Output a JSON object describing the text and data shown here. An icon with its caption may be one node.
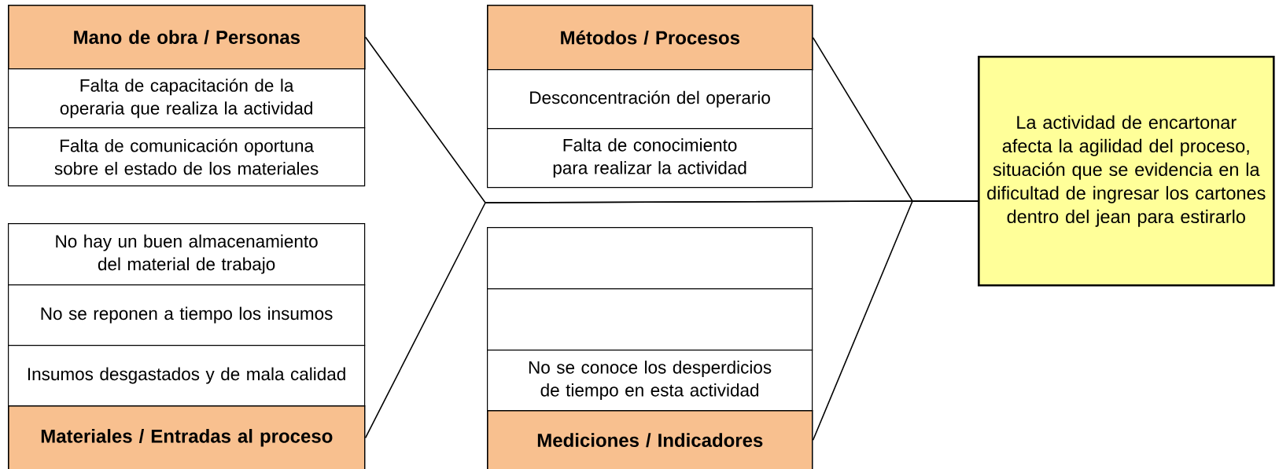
{
  "diagram": {
    "nodes": [
      {
        "text": [
          "Mano de obra / Personas"
        ]
      },
      {
        "text": [
          "Falta de capacitación de la operaria que realiza la actividad"
        ]
      },
      {
        "text": [
          "Falta de comunicación oportuna sobre el estado de los materiales"
        ]
      },
      {
        "text": [
          "No hay un buen almacenamiento del material de trabajo"
        ]
      },
      {
        "text": [
          "No se reponen a tiempo los insumos"
        ]
      },
      {
        "text": [
          "Insumos desgastados y de mala calidad"
        ]
      },
      {
        "text": [
          "Materiales / Entradas al proceso"
        ]
      },
      {
        "text": [
          "Métodos / Procesos"
        ]
      },
      {
        "text": [
          "Desconcentración del operario"
        ]
      },
      {
        "text": [
          "Falta de conocimiento para realizar la actividad"
        ]
      },
      {
        "text": [],
        "shape": "box"
      },
      {
        "text": [],
        "shape": "box"
      },
      {
        "text": [
          "No se conoce los desperdicios de tiempo en esta actividad"
        ]
      },
      {
        "text": [
          "Mediciones / Indicadores"
        ]
      },
      {
        "text": [
          "La actividad de encartonar afecta la agilidad del proceso, situación que se evidencia en la dificultad de ingresar los cartones dentro del jean para estirarlo"
        ]
      }
    ],
    "edges": [
      {
        "from": 0,
        "to": 14,
        "arrow": "none"
      },
      {
        "from": 6,
        "to": 14,
        "arrow": "none"
      },
      {
        "from": 7,
        "to": 14,
        "arrow": "none"
      },
      {
        "from": 13,
        "to": 14,
        "arrow": "none"
      }
    ]
  }
}
